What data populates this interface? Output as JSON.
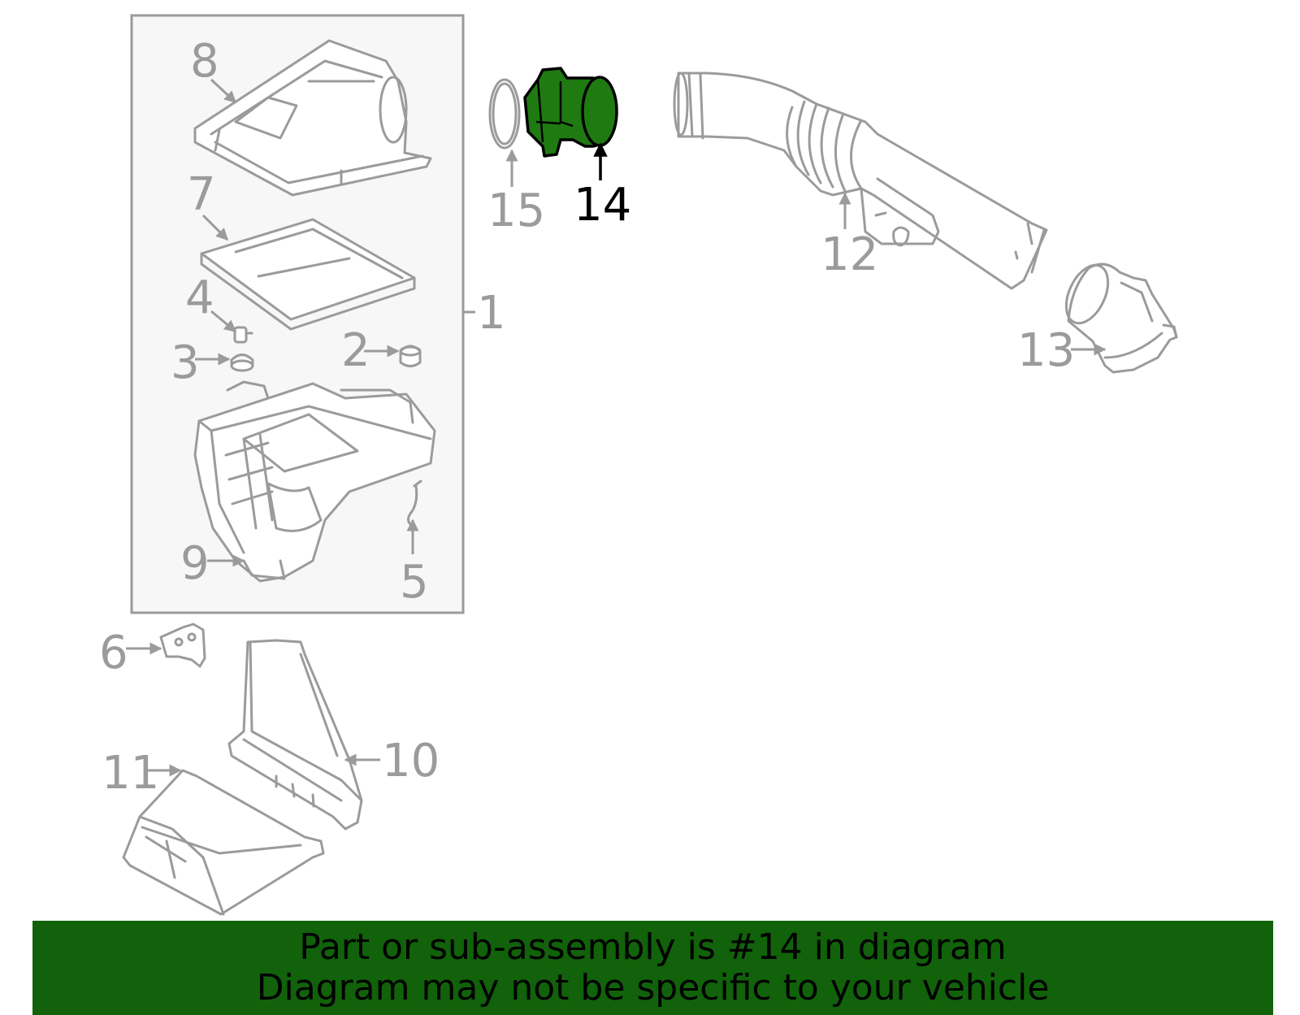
{
  "diagram": {
    "callouts": {
      "c1": "1",
      "c2": "2",
      "c3": "3",
      "c4": "4",
      "c5": "5",
      "c6": "6",
      "c7": "7",
      "c8": "8",
      "c9": "9",
      "c10": "10",
      "c11": "11",
      "c12": "12",
      "c13": "13",
      "c14": "14",
      "c15": "15"
    },
    "highlighted_part": "14"
  },
  "banner": {
    "line1": "Part or sub-assembly is #14 in diagram",
    "line2": "Diagram may not be specific to your vehicle"
  },
  "colors": {
    "highlight": "#1f7a12",
    "banner": "#11620a",
    "line_art": "#9b9b9b"
  }
}
